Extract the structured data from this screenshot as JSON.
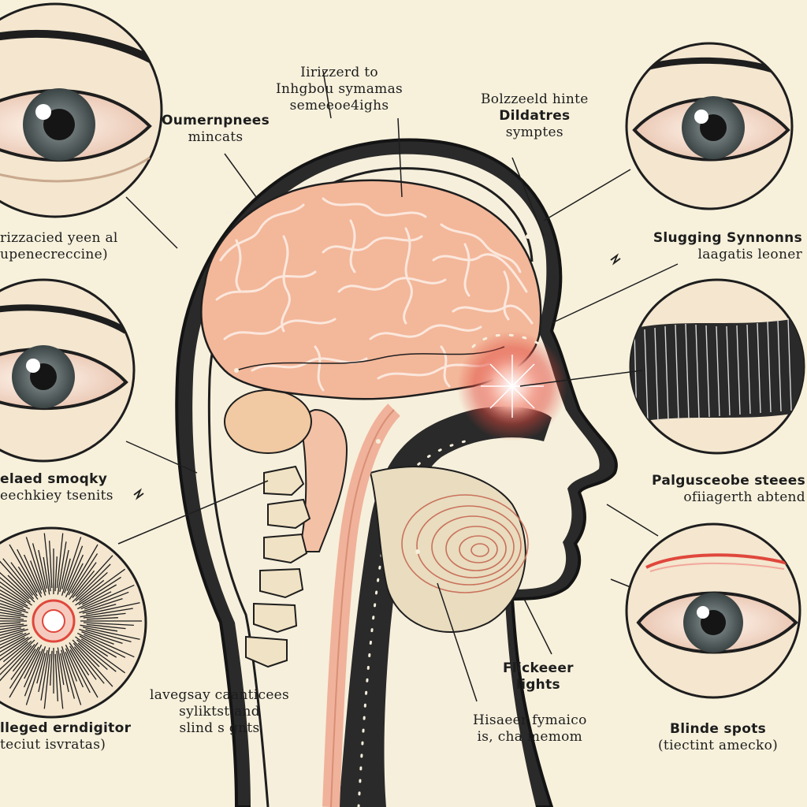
{
  "labels": {
    "top_center": [
      "Iirizzerd to",
      "Inhgbou symamas",
      "semeeoe4ighs"
    ],
    "top_left": [
      "Oumernpnees",
      "mincats"
    ],
    "top_right": [
      "Bolzzeeld hinte",
      "Dildatres",
      "symptes"
    ],
    "mid_left_upper": [
      "rizzacied yeen al",
      "upenecreccine)"
    ],
    "mid_right_upper": [
      "Slugging Synnonns",
      "laagatis leoner"
    ],
    "mid_left_lower": [
      "elaed smoqky",
      "eechkiey tsenits"
    ],
    "mid_right_lower": [
      "Palgusceobe steees",
      "ofiiagerth abtend"
    ],
    "bottom_center_left": [
      "lavegsay caanticees",
      "syliktst and",
      "slind s gnts"
    ],
    "bottom_center_right_title": [
      "Flickeeer",
      "lights"
    ],
    "bottom_center_right": [
      "Hisaeer fymaico",
      "is, cha memom"
    ],
    "bottom_left": [
      "lleged erndigitor",
      "teciut isvratas)"
    ],
    "bottom_right": [
      "Blinde spots",
      "(tiectint amecko)"
    ]
  },
  "colors": {
    "background": "#f7f1dc",
    "outline": "#1e1e1e",
    "brain": "#f3b79a",
    "brain_fold": "#fbe7dc",
    "accent_red": "#e0473c",
    "iris": "#5f6a6a",
    "bone": "#f0e2c4"
  }
}
